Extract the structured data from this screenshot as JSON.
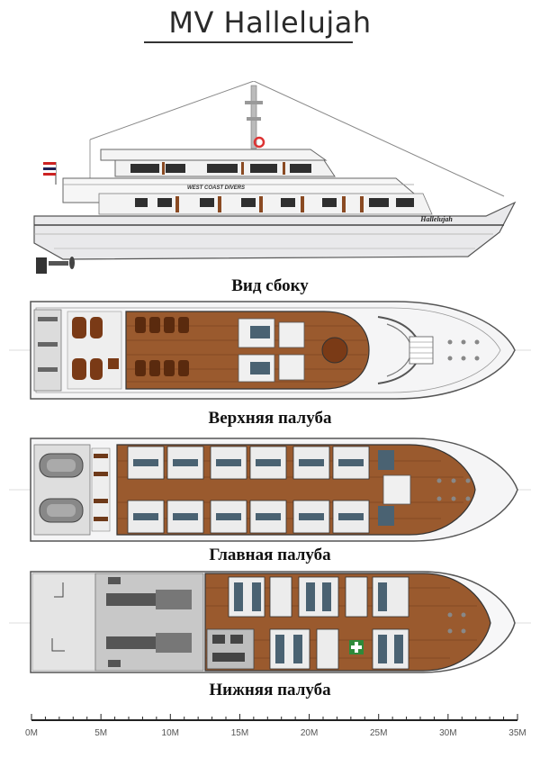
{
  "title": "MV Hallelujah",
  "side_view": {
    "caption": "Вид сбоку",
    "hull_banner": "WEST COAST DIVERS",
    "bow_name": "Hallelujah"
  },
  "decks": [
    {
      "caption": "Верхняя палуба"
    },
    {
      "caption": "Главная палуба"
    },
    {
      "caption": "Нижняя палуба"
    }
  ],
  "scale": {
    "labels": [
      "0M",
      "5M",
      "10M",
      "15M",
      "20M",
      "25M",
      "30M",
      "35M"
    ]
  },
  "colors": {
    "wood": "#9a5a2e",
    "wood_dark": "#6e3a1a",
    "hull": "#e8e8ea",
    "outline": "#555555",
    "bunk": "#4a6272",
    "floor_grey": "#cfcfcf"
  }
}
